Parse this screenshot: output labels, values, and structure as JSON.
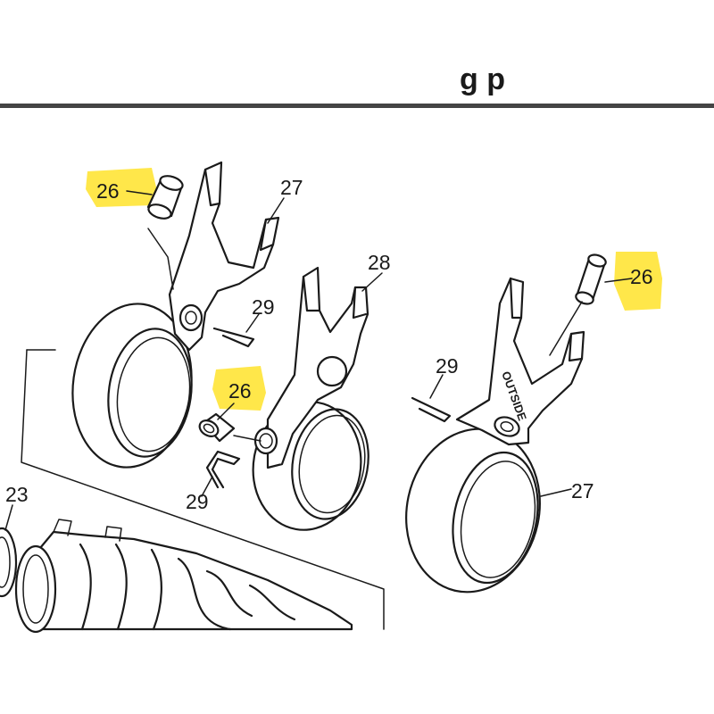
{
  "page": {
    "top_text": "g p"
  },
  "colors": {
    "highlight": "#ffe74a",
    "line": "#1a1a1a",
    "background": "#ffffff"
  },
  "callouts": {
    "c26_left": "26",
    "c27_top": "27",
    "c28": "28",
    "c29_mid_upper": "29",
    "c26_center": "26",
    "c29_mid_lower": "29",
    "c29_right": "29",
    "c26_right": "26",
    "c27_right": "27",
    "c23": "23"
  },
  "part_text": {
    "outside": "OUTSIDE"
  }
}
